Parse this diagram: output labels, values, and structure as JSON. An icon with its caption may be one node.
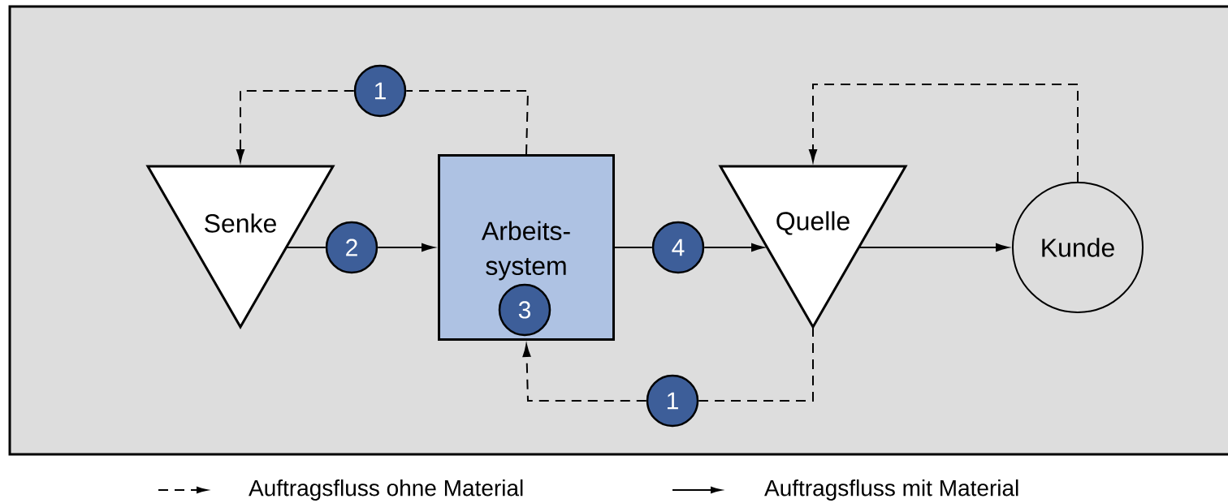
{
  "diagram": {
    "nodes": [
      {
        "text": [
          "Senke"
        ]
      },
      {
        "text": [
          "Arbeits- system"
        ]
      },
      {
        "text": [
          "3"
        ],
        "in": 1
      },
      {
        "text": [
          "Quelle"
        ]
      },
      {
        "text": [
          "Kunde"
        ]
      },
      {
        "text": [
          "1"
        ]
      },
      {
        "text": [
          "2"
        ]
      },
      {
        "text": [
          "4"
        ]
      },
      {
        "text": [
          "1"
        ]
      }
    ],
    "edges": [
      {
        "from": 1,
        "to": 5,
        "arrow": "none",
        "style": "dashed"
      },
      {
        "from": 5,
        "to": 0,
        "arrow": "to",
        "style": "dashed"
      },
      {
        "from": 0,
        "to": 6,
        "arrow": "none"
      },
      {
        "from": 6,
        "to": 1,
        "arrow": "to"
      },
      {
        "from": 1,
        "to": 7,
        "arrow": "none"
      },
      {
        "from": 7,
        "to": 3,
        "arrow": "to"
      },
      {
        "from": 3,
        "to": 4,
        "arrow": "to"
      },
      {
        "from": 4,
        "to": 3,
        "arrow": "to",
        "style": "dashed"
      },
      {
        "from": 3,
        "to": 8,
        "arrow": "none",
        "style": "dashed"
      },
      {
        "from": 8,
        "to": 1,
        "arrow": "to",
        "style": "dashed"
      }
    ],
    "legend": [
      {
        "text": "Auftragsfluss ohne Material"
      },
      {
        "text": "Auftragsfluss mit Material"
      }
    ]
  }
}
